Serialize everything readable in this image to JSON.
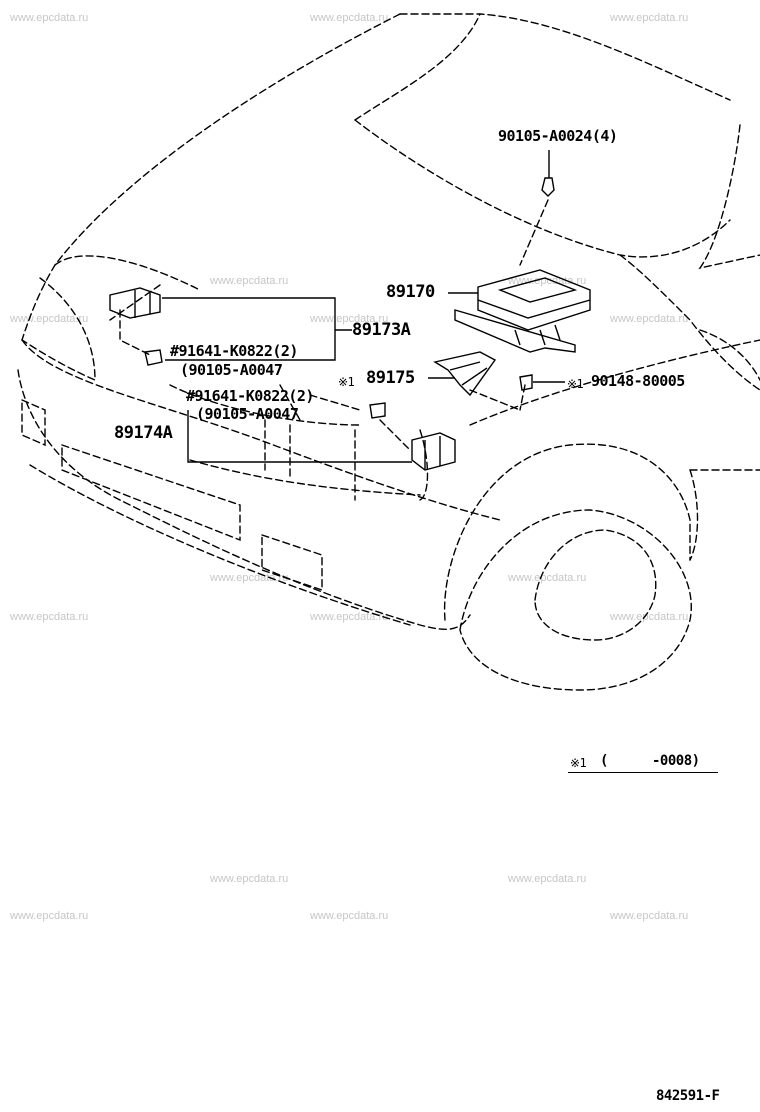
{
  "watermark": "www.epcdata.ru",
  "parts": {
    "p_90105_A0024": "90105-A0024(4)",
    "p_89170": "89170",
    "p_89173A": "89173A",
    "p_91641_top": "#91641-K0822(2)",
    "p_90105_A0047_top": "(90105-A0047",
    "p_89175": "89175",
    "p_89175_mark": "※1",
    "p_90148": "90148-80005",
    "p_90148_mark": "※1",
    "p_91641_bottom": "#91641-K0822(2)",
    "p_90105_A0047_bottom": "(90105-A0047",
    "p_89174A": "89174A"
  },
  "footnote": {
    "mark": "※1",
    "open": "(",
    "range": "-0008)"
  },
  "diagram_code": "842591-F"
}
